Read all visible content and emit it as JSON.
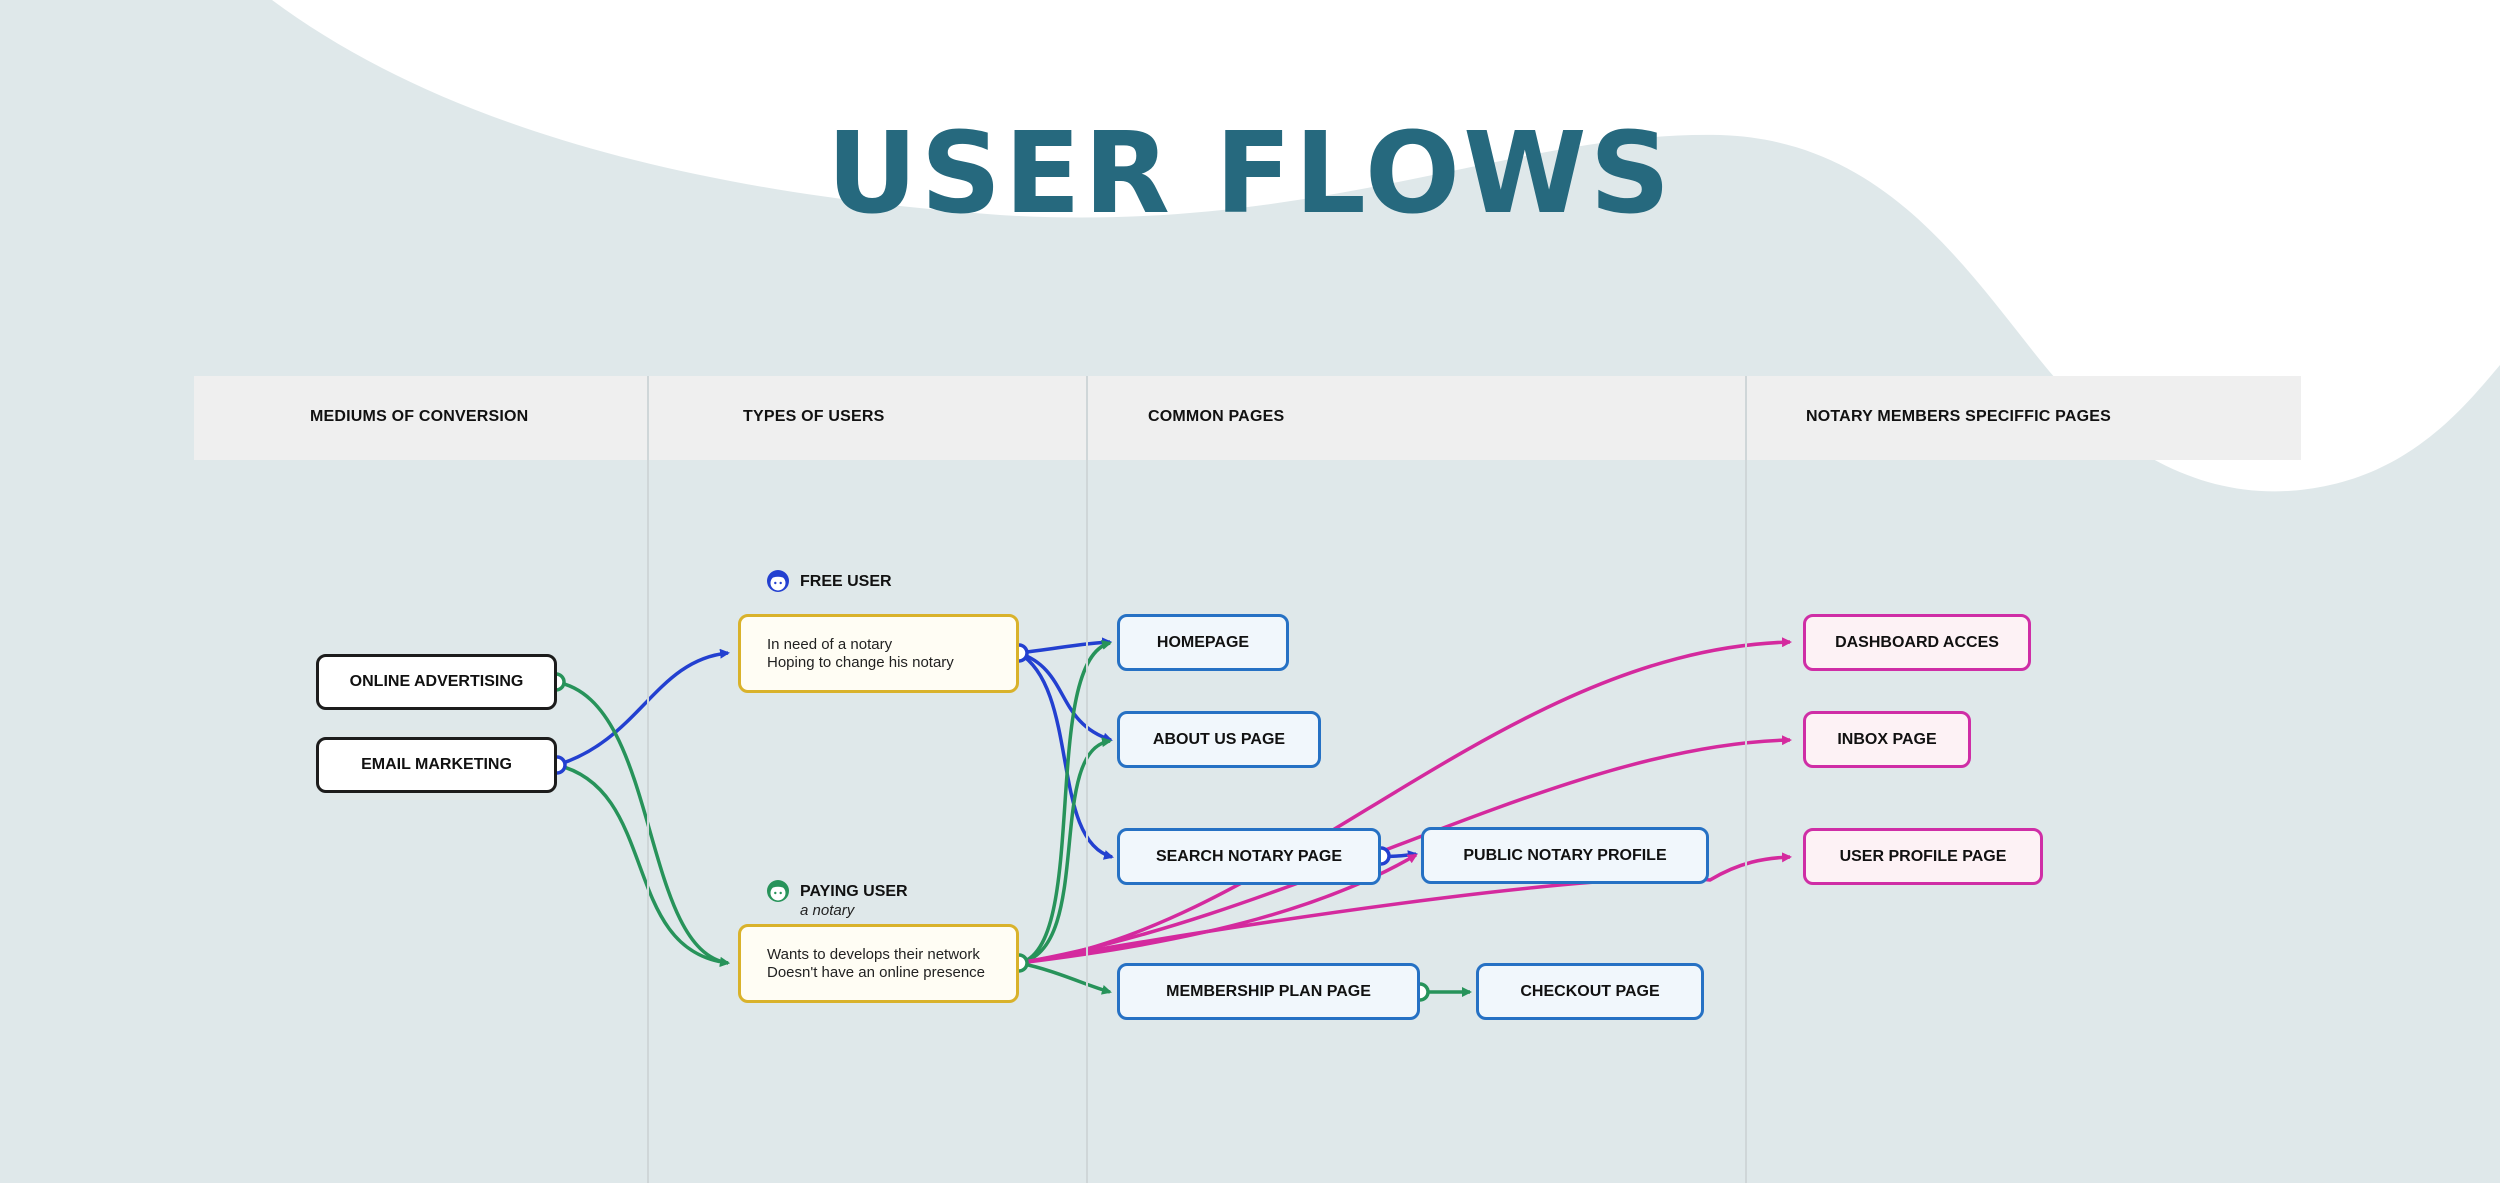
{
  "title": "USER FLOWS",
  "columns": [
    "MEDIUMS OF CONVERSION",
    "TYPES OF USERS",
    "COMMON PAGES",
    "NOTARY MEMBERS SPECIFFIC PAGES"
  ],
  "mediums": {
    "online_advertising": "ONLINE ADVERTISING",
    "email_marketing": "EMAIL MARKETING"
  },
  "users": {
    "free": {
      "label": "FREE USER",
      "line1": "In need of a notary",
      "line2": "Hoping to change his notary"
    },
    "paying": {
      "label": "PAYING USER",
      "sublabel": "a notary",
      "line1": "Wants to develops their network",
      "line2": "Doesn't have an online presence"
    }
  },
  "common_pages": {
    "homepage": "HOMEPAGE",
    "about": "ABOUT US PAGE",
    "search": "SEARCH NOTARY PAGE",
    "public_profile": "PUBLIC NOTARY PROFILE",
    "membership": "MEMBERSHIP PLAN PAGE",
    "checkout": "CHECKOUT PAGE"
  },
  "member_pages": {
    "dashboard": "DASHBOARD ACCES",
    "inbox": "INBOX PAGE",
    "user_profile": "USER PROFILE PAGE"
  },
  "colors": {
    "title": "#26697e",
    "background_wave": "#dfe8ea",
    "free_flow": "#2340d0",
    "paying_flow": "#27935a",
    "member_flow": "#d42a9e",
    "common_border": "#2671c4",
    "member_border": "#cf2ea6",
    "user_border": "#d9b22b"
  },
  "icons": {
    "free_user": "face-avatar-icon",
    "paying_user": "face-avatar-icon"
  }
}
